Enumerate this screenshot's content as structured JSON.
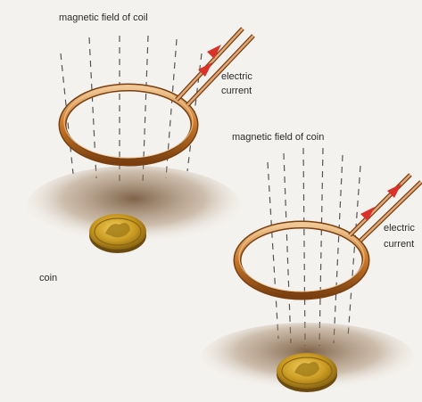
{
  "labels": {
    "field_coil": "magnetic field of coil",
    "current_1_line1": "electric",
    "current_1_line2": "current",
    "field_coin": "magnetic field of coin",
    "current_2_line1": "electric",
    "current_2_line2": "current",
    "coin": "coin"
  },
  "colors": {
    "background": "#f4f2ee",
    "coil_ring": "#c9782a",
    "coil_ring_dark": "#7a3f10",
    "coil_highlight": "#f0c896",
    "wire": "#b5652a",
    "arrow": "#d8322a",
    "field_line": "#555555",
    "shadow": "#7a5a3a",
    "coin_gold": "#c99a22",
    "coin_dark": "#7a5a10"
  }
}
